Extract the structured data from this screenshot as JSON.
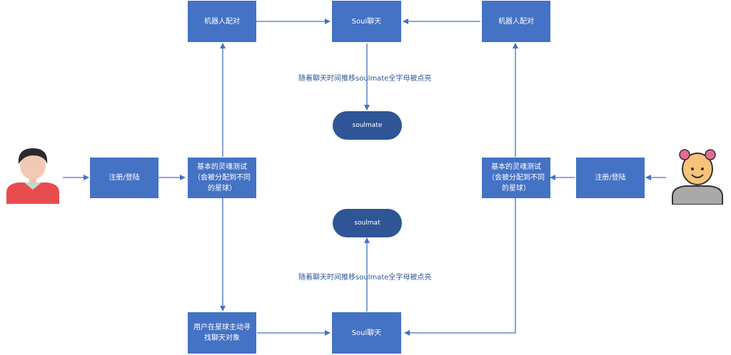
{
  "nodes": {
    "robot_left": "机器人配对",
    "soul_chat_top": "Soul聊天",
    "robot_right": "机器人配对",
    "soulmate_pill": "soulmate",
    "soulmat_pill": "soulmat",
    "register_left": "注册/登陆",
    "soul_test_left": "基本的灵魂测试\n（会被分配到不同\n的星球）",
    "soul_test_right": "基本的灵魂测试\n（会被分配到不同\n的星球）",
    "register_right": "注册/登陆",
    "user_search": "用户在星球主动寻\n找聊天对象",
    "soul_chat_bottom": "Soul聊天"
  },
  "edge_labels": {
    "top": "随着聊天时间推移soulmate全字母被点亮",
    "bottom": "随着聊天时间推移soulmate全字母被点亮"
  },
  "icons": {
    "left_user": "man-avatar-icon",
    "right_user": "girl-avatar-icon"
  },
  "colors": {
    "box": "#4472c4",
    "pill": "#2f5597",
    "arrow": "#4472c4"
  }
}
